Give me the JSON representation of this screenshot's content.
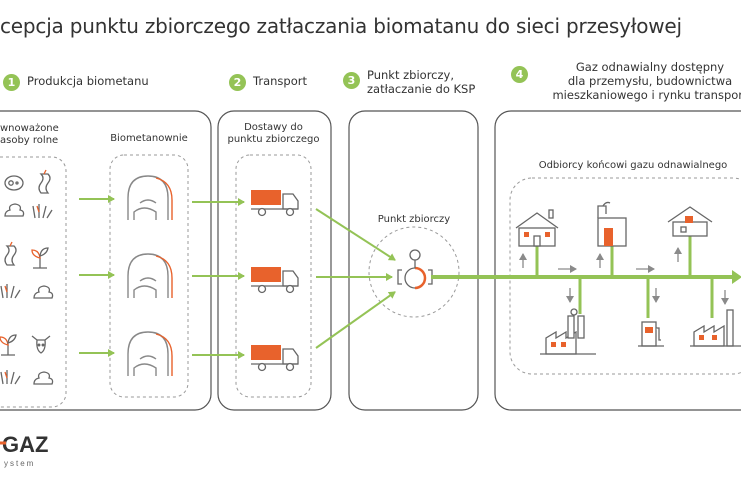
{
  "title": "cepcja punktu zbiorczego zatłaczania biomatanu do sieci przesyłowej",
  "steps": [
    {
      "num": "1",
      "label": "Produkcja biometanu"
    },
    {
      "num": "2",
      "label": "Transport"
    },
    {
      "num": "3",
      "label": "Punkt zbiorczy,\nzatłaczanie do KSP"
    },
    {
      "num": "4",
      "label": "Gaz odnawialny dostępny\ndla przemysłu, budownictwa\nmieszkaniowego i rynku transport"
    }
  ],
  "labels": {
    "resources": "wnoważone\nasoby rolne",
    "biomethane_plants": "Biometanownie",
    "deliveries": "Dostawy do\npunktu zbiorczego",
    "collection_point": "Punkt zbiorczy",
    "end_users": "Odbiorcy końcowi gazu odnawialnego"
  },
  "logo": {
    "main": "GAZ",
    "sub": "ystem"
  },
  "colors": {
    "green": "#94c356",
    "orange": "#e8622c",
    "gray": "#8a8a8a",
    "dark": "#555555"
  },
  "icons": [
    "pig-icon",
    "apple-core-icon",
    "manure-icon",
    "grass-icon",
    "sprout-icon",
    "cow-icon",
    "biogas-plant-icon",
    "truck-icon",
    "gas-meter-icon",
    "house-icon",
    "factory-icon",
    "fuel-station-icon",
    "arrow-icon"
  ]
}
